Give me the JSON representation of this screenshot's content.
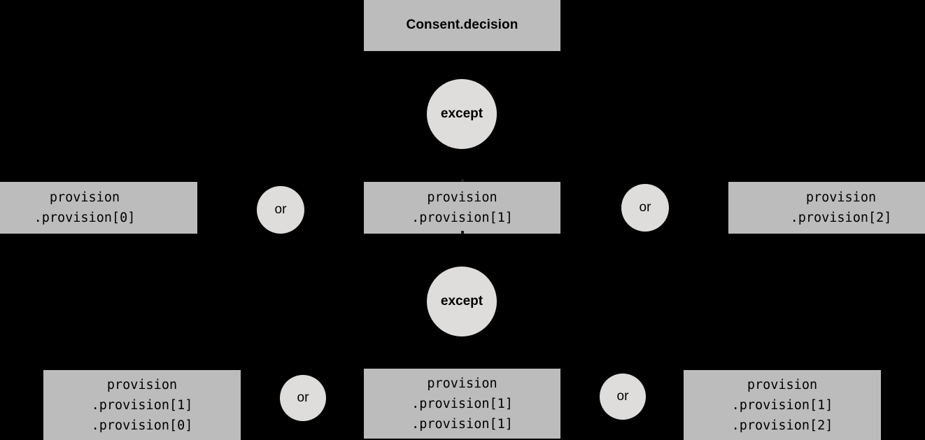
{
  "diagram": {
    "title": "Consent.decision",
    "background_color": "#000000",
    "box_color": "#bcbcbc",
    "circle_color": "#dedddb",
    "text_color": "#000000",
    "rows": [
      {
        "row_name": "root",
        "nodes": [
          {
            "id": "consent-decision",
            "shape": "box",
            "kind": "root",
            "label": "Consent.decision"
          }
        ]
      },
      {
        "row_name": "operator-1",
        "nodes": [
          {
            "id": "except-1",
            "shape": "circle",
            "kind": "operator",
            "label": "except"
          }
        ]
      },
      {
        "row_name": "provisions-level-1",
        "nodes": [
          {
            "id": "provision-0",
            "shape": "box",
            "kind": "provision",
            "lines": [
              "provision",
              ".provision[0]"
            ]
          },
          {
            "id": "or-1",
            "shape": "circle",
            "kind": "operator",
            "label": "or"
          },
          {
            "id": "provision-1",
            "shape": "box",
            "kind": "provision",
            "lines": [
              "provision",
              ".provision[1]"
            ]
          },
          {
            "id": "or-2",
            "shape": "circle",
            "kind": "operator",
            "label": "or"
          },
          {
            "id": "provision-2",
            "shape": "box",
            "kind": "provision",
            "lines": [
              "provision",
              ".provision[2]"
            ]
          }
        ]
      },
      {
        "row_name": "operator-2",
        "nodes": [
          {
            "id": "except-2",
            "shape": "circle",
            "kind": "operator",
            "label": "except"
          }
        ]
      },
      {
        "row_name": "provisions-level-2",
        "nodes": [
          {
            "id": "provision-1-0",
            "shape": "box",
            "kind": "provision",
            "lines": [
              "provision",
              ".provision[1]",
              ".provision[0]"
            ]
          },
          {
            "id": "or-3",
            "shape": "circle",
            "kind": "operator",
            "label": "or"
          },
          {
            "id": "provision-1-1",
            "shape": "box",
            "kind": "provision",
            "lines": [
              "provision",
              ".provision[1]",
              ".provision[1]"
            ]
          },
          {
            "id": "or-4",
            "shape": "circle",
            "kind": "operator",
            "label": "or"
          },
          {
            "id": "provision-1-2",
            "shape": "box",
            "kind": "provision",
            "lines": [
              "provision",
              ".provision[1]",
              ".provision[2]"
            ]
          }
        ]
      }
    ],
    "nodes": {
      "consent_decision": {
        "label": "Consent.decision"
      },
      "except_1": {
        "label": "except"
      },
      "except_2": {
        "label": "except"
      },
      "or_1": {
        "label": "or"
      },
      "or_2": {
        "label": "or"
      },
      "or_3": {
        "label": "or"
      },
      "or_4": {
        "label": "or"
      },
      "provision_0": {
        "text": "provision\n.provision[0]"
      },
      "provision_1": {
        "text": "provision\n.provision[1]"
      },
      "provision_2": {
        "text": "provision\n.provision[2]"
      },
      "provision_1_0": {
        "text": "provision\n.provision[1]\n.provision[0]"
      },
      "provision_1_1": {
        "text": "provision\n.provision[1]\n.provision[1]"
      },
      "provision_1_2": {
        "text": "provision\n.provision[1]\n.provision[2]"
      }
    }
  }
}
